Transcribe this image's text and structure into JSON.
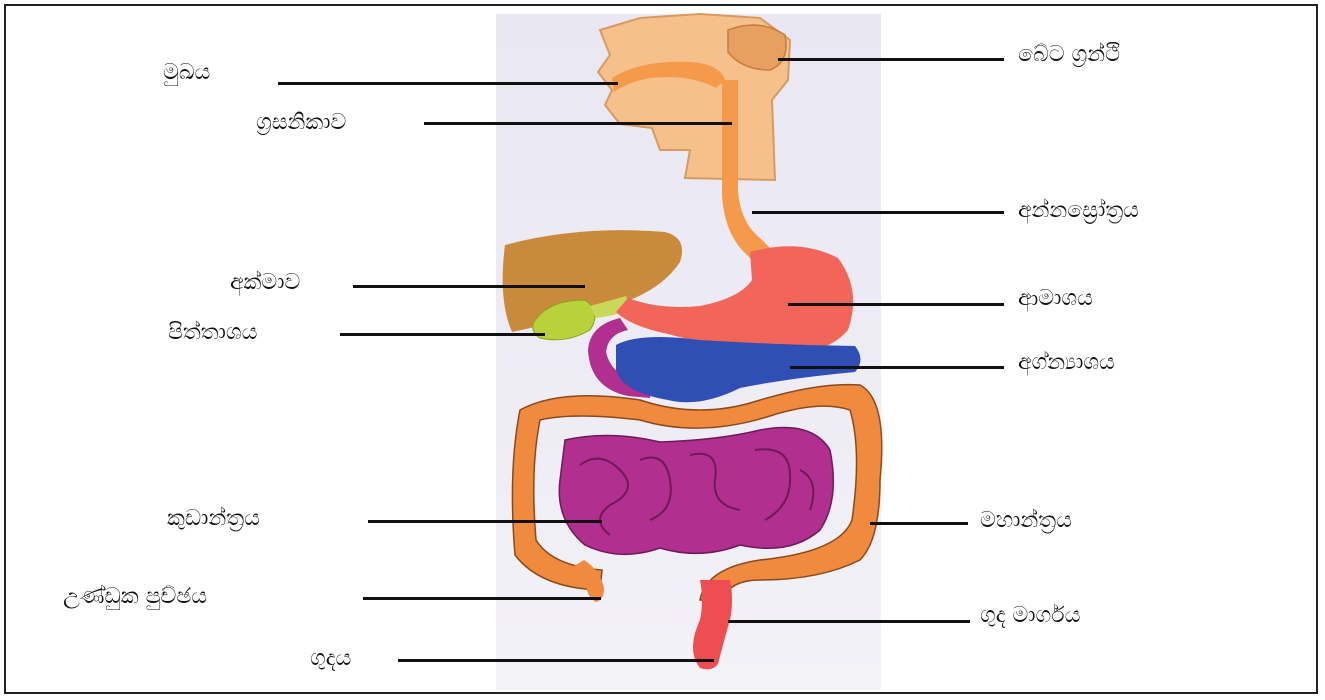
{
  "diagram": {
    "labels": {
      "mouth": "මුඛය",
      "pharynx": "ග්‍රසනිකාව",
      "liver": "අක්මාව",
      "gall_bladder": "පිත්තාශය",
      "small_intestine": "කුඩාන්ත්‍රය",
      "appendix": "උණ්ඩුක පුච්ඡය",
      "anus": "ගුදය",
      "salivary_glands": "බේට ග්‍රන්ථි",
      "esophagus": "අන්නස්‍රෝත්‍රය",
      "stomach": "ආමාශය",
      "pancreas": "අග්න්‍යාශය",
      "large_intestine": "මහාන්ත්‍රය",
      "rectum": "ගුද මාර්ගය"
    },
    "colors": {
      "line": "#111111",
      "skin": "#f6c08c",
      "esophagus": "#f59a4a",
      "liver": "#c98a3c",
      "gall_bladder": "#b9d23a",
      "stomach": "#f2665a",
      "pancreas": "#2f4fb5",
      "small_intestine": "#b02f8f",
      "large_intestine": "#f08a3e",
      "rectum": "#ee4d52"
    }
  }
}
